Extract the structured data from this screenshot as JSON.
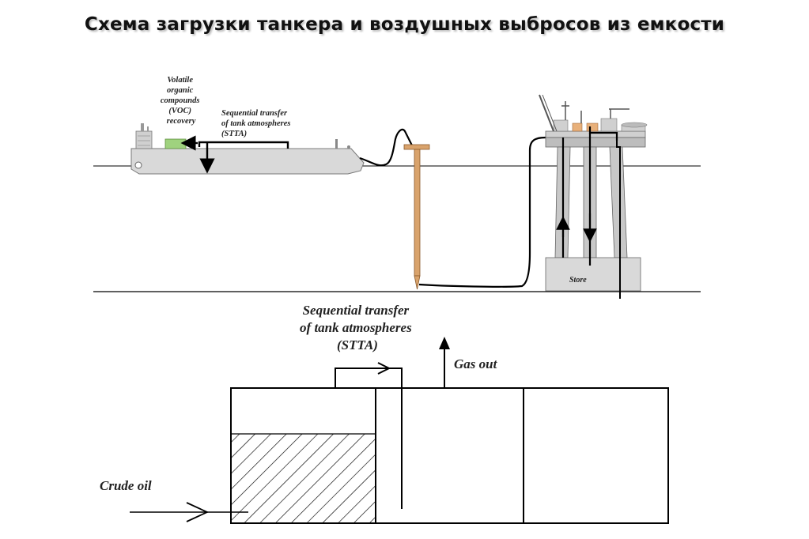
{
  "title": "Схема загрузки танкера и воздушных выбросов из емкости",
  "top_diagram": {
    "voc_label": [
      "Volatile",
      "organic",
      "compounds",
      "(VOC)",
      "recovery"
    ],
    "stta_label": [
      "Sequential transfer",
      "of tank atmospheres",
      "(STTA)"
    ],
    "store_label": "Store"
  },
  "bottom_diagram": {
    "stta_label": [
      "Sequential transfer",
      "of tank atmospheres",
      "(STTA)"
    ],
    "gas_out_label": "Gas out",
    "crude_oil_label": "Crude oil"
  },
  "colors": {
    "hull": "#d9d9d9",
    "platform_leg": "#c8c8c8",
    "buoy": "#d9a36c",
    "voc_unit": "#9fd27e",
    "line": "#000000"
  }
}
